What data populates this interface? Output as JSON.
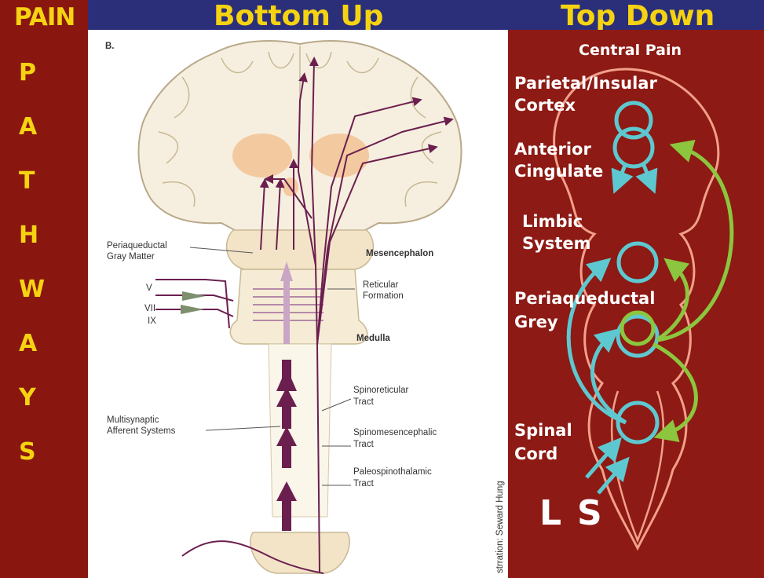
{
  "header": {
    "pain": "PAIN",
    "bottom_up": "Bottom Up",
    "top_down": "Top Down"
  },
  "vertical_word": [
    "P",
    "A",
    "T",
    "H",
    "W",
    "A",
    "Y",
    "S"
  ],
  "bottom_up_panel": {
    "figure_letter": "B.",
    "labels": {
      "pag_1": "Periaqueductal",
      "pag_2": "Gray Matter",
      "mesencephalon": "Mesencephalon",
      "reticular_1": "Reticular",
      "reticular_2": "Formation",
      "v": "V",
      "vii": "VII",
      "ix": "IX",
      "medulla": "Medulla",
      "spinoreticular_1": "Spinoreticular",
      "spinoreticular_2": "Tract",
      "multisynaptic_1": "Multisynaptic",
      "multisynaptic_2": "Afferent Systems",
      "spinomes_1": "Spinomesencephalic",
      "spinomes_2": "Tract",
      "paleo_1": "Paleospinothalamic",
      "paleo_2": "Tract",
      "credit": "strration: Seward Hung"
    }
  },
  "top_down_panel": {
    "central_pain": "Central Pain",
    "parietal_1": "Parietal/Insular",
    "parietal_2": "Cortex",
    "anterior_1": "Anterior",
    "anterior_2": "Cingulate",
    "limbic_1": "Limbic",
    "limbic_2": "System",
    "periaq_1": "Periaqueductal",
    "periaq_2": "Grey",
    "spinal_1": "Spinal",
    "spinal_2": "Cord",
    "l": "L",
    "s": "S"
  },
  "colors": {
    "background_red": "#8a1610",
    "header_blue": "#2b2f7a",
    "title_yellow": "#f5d311",
    "tract_purple": "#6b1f4f",
    "cyan_arrows": "#5ec8d0",
    "green_arrows": "#8cc63f",
    "outline_pink": "#f2a08a"
  }
}
